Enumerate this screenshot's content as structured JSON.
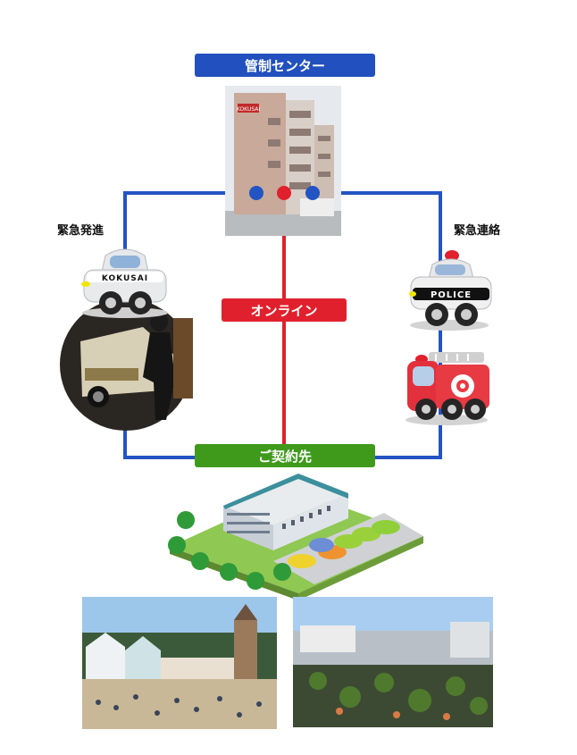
{
  "labels": {
    "control_center": "管制センター",
    "online": "オンライン",
    "contract": "ご契約先",
    "dispatch": "緊急発進",
    "emergency_contact": "緊急連絡"
  },
  "vehicles": {
    "patrol_car_text": "KOKUSAI",
    "police_car_text": "POLICE"
  },
  "building_sign": "KOKUSAI",
  "colors": {
    "blue": "#2354c4",
    "red": "#e0212d",
    "green": "#3f9a1c",
    "label_blue": "#2250be"
  }
}
